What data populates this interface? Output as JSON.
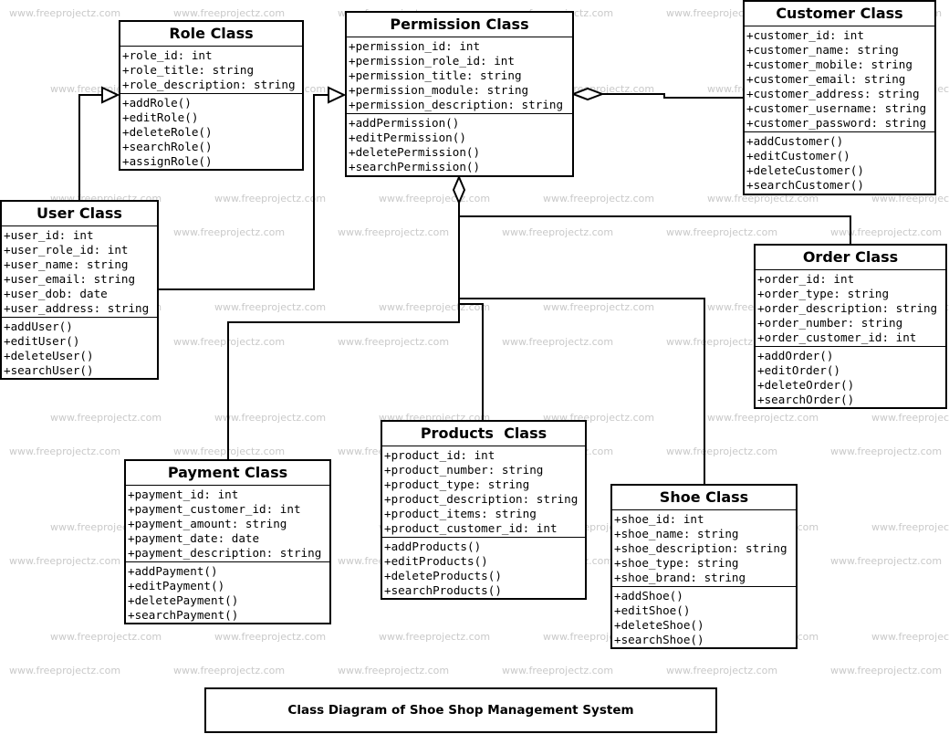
{
  "watermark": "www.freeprojectz.com",
  "caption": "Class Diagram of Shoe Shop Management System",
  "classes": {
    "role": {
      "title": "Role Class",
      "attributes": [
        "+role_id: int",
        "+role_title: string",
        "+role_description: string"
      ],
      "methods": [
        "+addRole()",
        "+editRole()",
        "+deleteRole()",
        "+searchRole()",
        "+assignRole()"
      ]
    },
    "permission": {
      "title": "Permission Class",
      "attributes": [
        "+permission_id: int",
        "+permission_role_id: int",
        "+permission_title: string",
        "+permission_module: string",
        "+permission_description: string"
      ],
      "methods": [
        "+addPermission()",
        "+editPermission()",
        "+deletePermission()",
        "+searchPermission()"
      ]
    },
    "customer": {
      "title": "Customer Class",
      "attributes": [
        "+customer_id: int",
        "+customer_name: string",
        "+customer_mobile: string",
        "+customer_email: string",
        "+customer_address: string",
        "+customer_username: string",
        "+customer_password: string"
      ],
      "methods": [
        "+addCustomer()",
        "+editCustomer()",
        "+deleteCustomer()",
        "+searchCustomer()"
      ]
    },
    "user": {
      "title": "User Class",
      "attributes": [
        "+user_id: int",
        "+user_role_id: int",
        "+user_name: string",
        "+user_email: string",
        "+user_dob: date",
        "+user_address: string"
      ],
      "methods": [
        "+addUser()",
        "+editUser()",
        "+deleteUser()",
        "+searchUser()"
      ]
    },
    "order": {
      "title": "Order Class",
      "attributes": [
        "+order_id: int",
        "+order_type: string",
        "+order_description: string",
        "+order_number: string",
        "+order_customer_id: int"
      ],
      "methods": [
        "+addOrder()",
        "+editOrder()",
        "+deleteOrder()",
        "+searchOrder()"
      ]
    },
    "products": {
      "title": "Products  Class",
      "attributes": [
        "+product_id: int",
        "+product_number: string",
        "+product_type: string",
        "+product_description: string",
        "+product_items: string",
        "+product_customer_id: int"
      ],
      "methods": [
        "+addProducts()",
        "+editProducts()",
        "+deleteProducts()",
        "+searchProducts()"
      ]
    },
    "payment": {
      "title": "Payment Class",
      "attributes": [
        "+payment_id: int",
        "+payment_customer_id: int",
        "+payment_amount: string",
        "+payment_date: date",
        "+payment_description: string"
      ],
      "methods": [
        "+addPayment()",
        "+editPayment()",
        "+deletePayment()",
        "+searchPayment()"
      ]
    },
    "shoe": {
      "title": "Shoe Class",
      "attributes": [
        "+shoe_id: int",
        "+shoe_name: string",
        "+shoe_description: string",
        "+shoe_type: string",
        "+shoe_brand: string"
      ],
      "methods": [
        "+addShoe()",
        "+editShoe()",
        "+deleteShoe()",
        "+searchShoe()"
      ]
    }
  }
}
